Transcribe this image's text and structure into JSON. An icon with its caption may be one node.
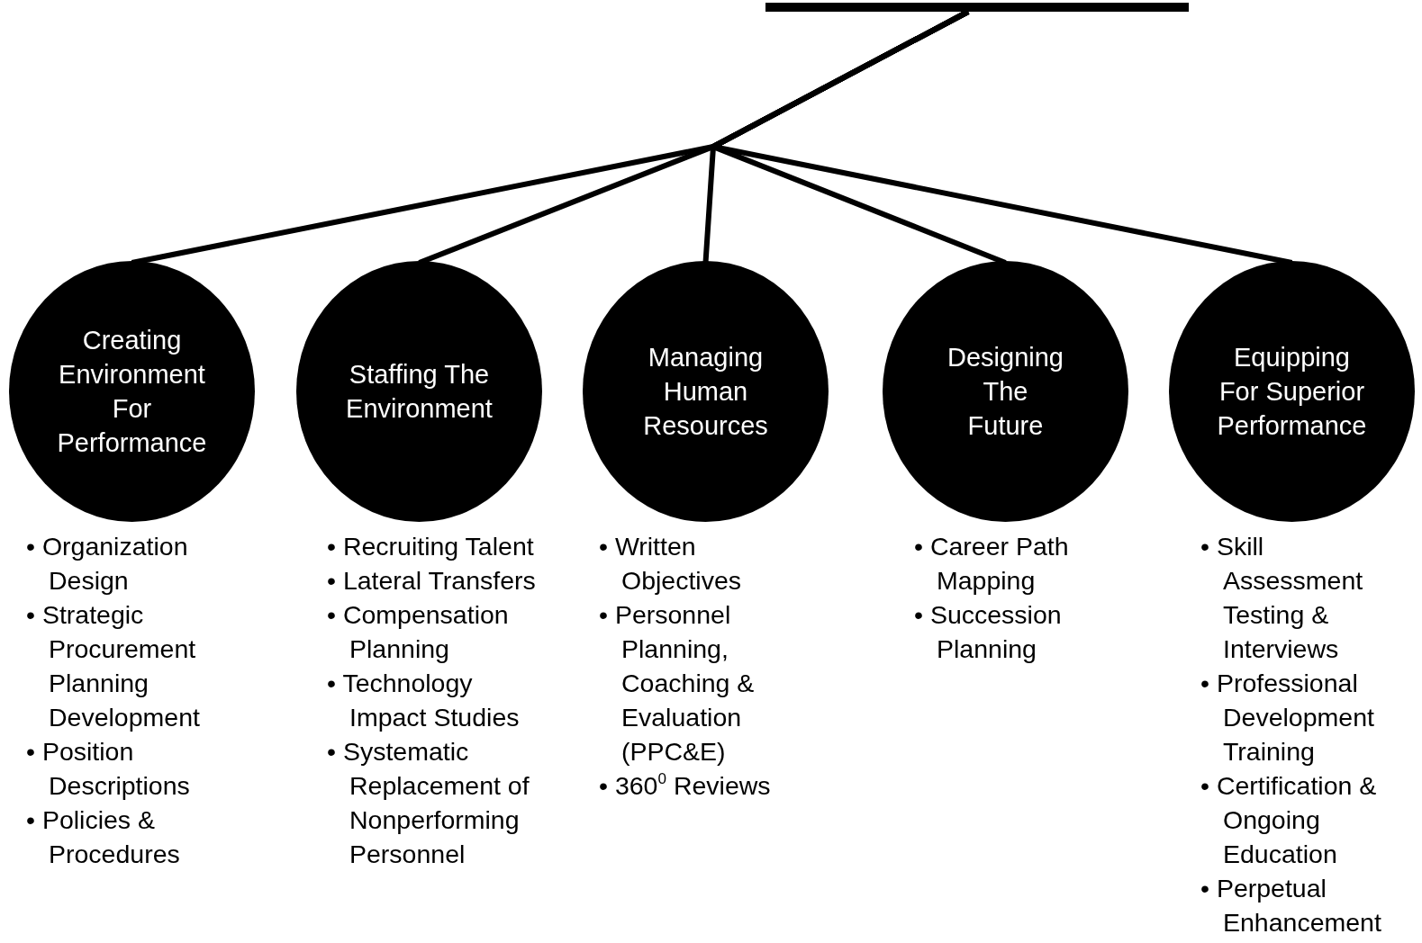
{
  "diagram": {
    "nodes": [
      {
        "text": [],
        "shape": "bar"
      },
      {
        "text": [
          "Creating Environment For Performance"
        ],
        "beside": [
          "• Organization Design",
          "• Strategic Procurement Planning Development",
          "• Position Descriptions",
          "• Policies & Procedures"
        ]
      },
      {
        "text": [
          "Staffing The Environment"
        ],
        "beside": [
          "• Recruiting Talent",
          "• Lateral Transfers",
          "• Compensation Planning",
          "• Technology Impact Studies",
          "• Systematic Replacement of Nonperforming Personnel"
        ]
      },
      {
        "text": [
          "Managing Human Resources"
        ],
        "beside": [
          "• Written Objectives",
          "• Personnel Planning, Coaching & Evaluation (PPC&E)",
          "• 360$^{0}$ Reviews"
        ]
      },
      {
        "text": [
          "Designing The Future"
        ],
        "beside": [
          "• Career Path Mapping",
          "• Succession Planning"
        ]
      },
      {
        "text": [
          "Equipping For Superior Performance"
        ],
        "beside": [
          "• Skill Assessment Testing & Interviews",
          "• Professional Development Training",
          "• Certification & Ongoing Education",
          "• Perpetual Enhancement"
        ]
      }
    ],
    "edges": [
      {
        "from": 0,
        "to": 1,
        "arrow": "none"
      },
      {
        "from": 0,
        "to": 2,
        "arrow": "none"
      },
      {
        "from": 0,
        "to": 3,
        "arrow": "none"
      },
      {
        "from": 0,
        "to": 4,
        "arrow": "none"
      },
      {
        "from": 0,
        "to": 5,
        "arrow": "none"
      }
    ]
  }
}
